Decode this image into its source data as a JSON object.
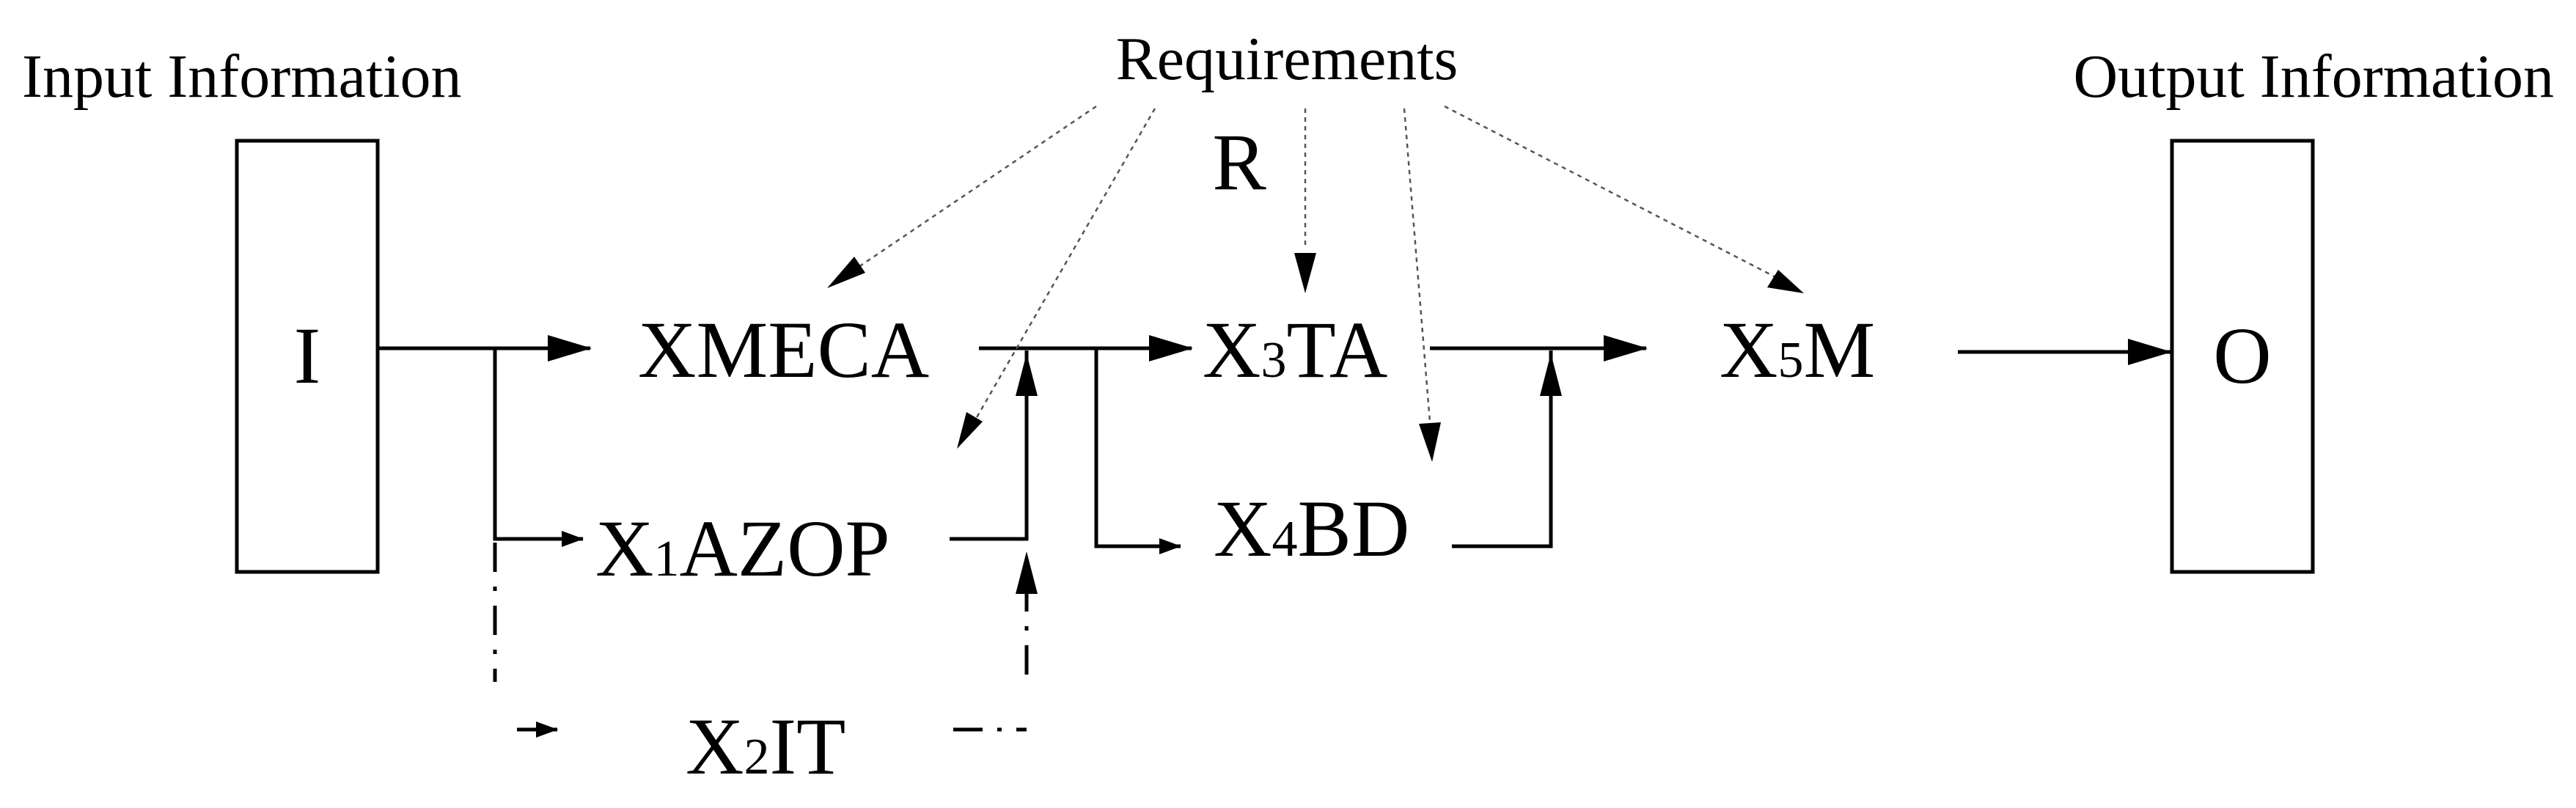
{
  "labels": {
    "input_heading": "Input Information",
    "output_heading": "Output Information",
    "requirements": "Requirements",
    "requirements_symbol": "R"
  },
  "nodes": {
    "input": "I",
    "output": "O",
    "xmeca": "XMECA",
    "x1azop": {
      "prefix": "X",
      "sub": "1",
      "suffix": "AZOP"
    },
    "x2it": {
      "prefix": "X",
      "sub": "2",
      "suffix": "IT"
    },
    "x3ta": {
      "prefix": "X",
      "sub": "3",
      "suffix": "TA"
    },
    "x4bd": {
      "prefix": "X",
      "sub": "4",
      "suffix": "BD"
    },
    "x5m": {
      "prefix": "X",
      "sub": "5",
      "suffix": "M"
    }
  }
}
